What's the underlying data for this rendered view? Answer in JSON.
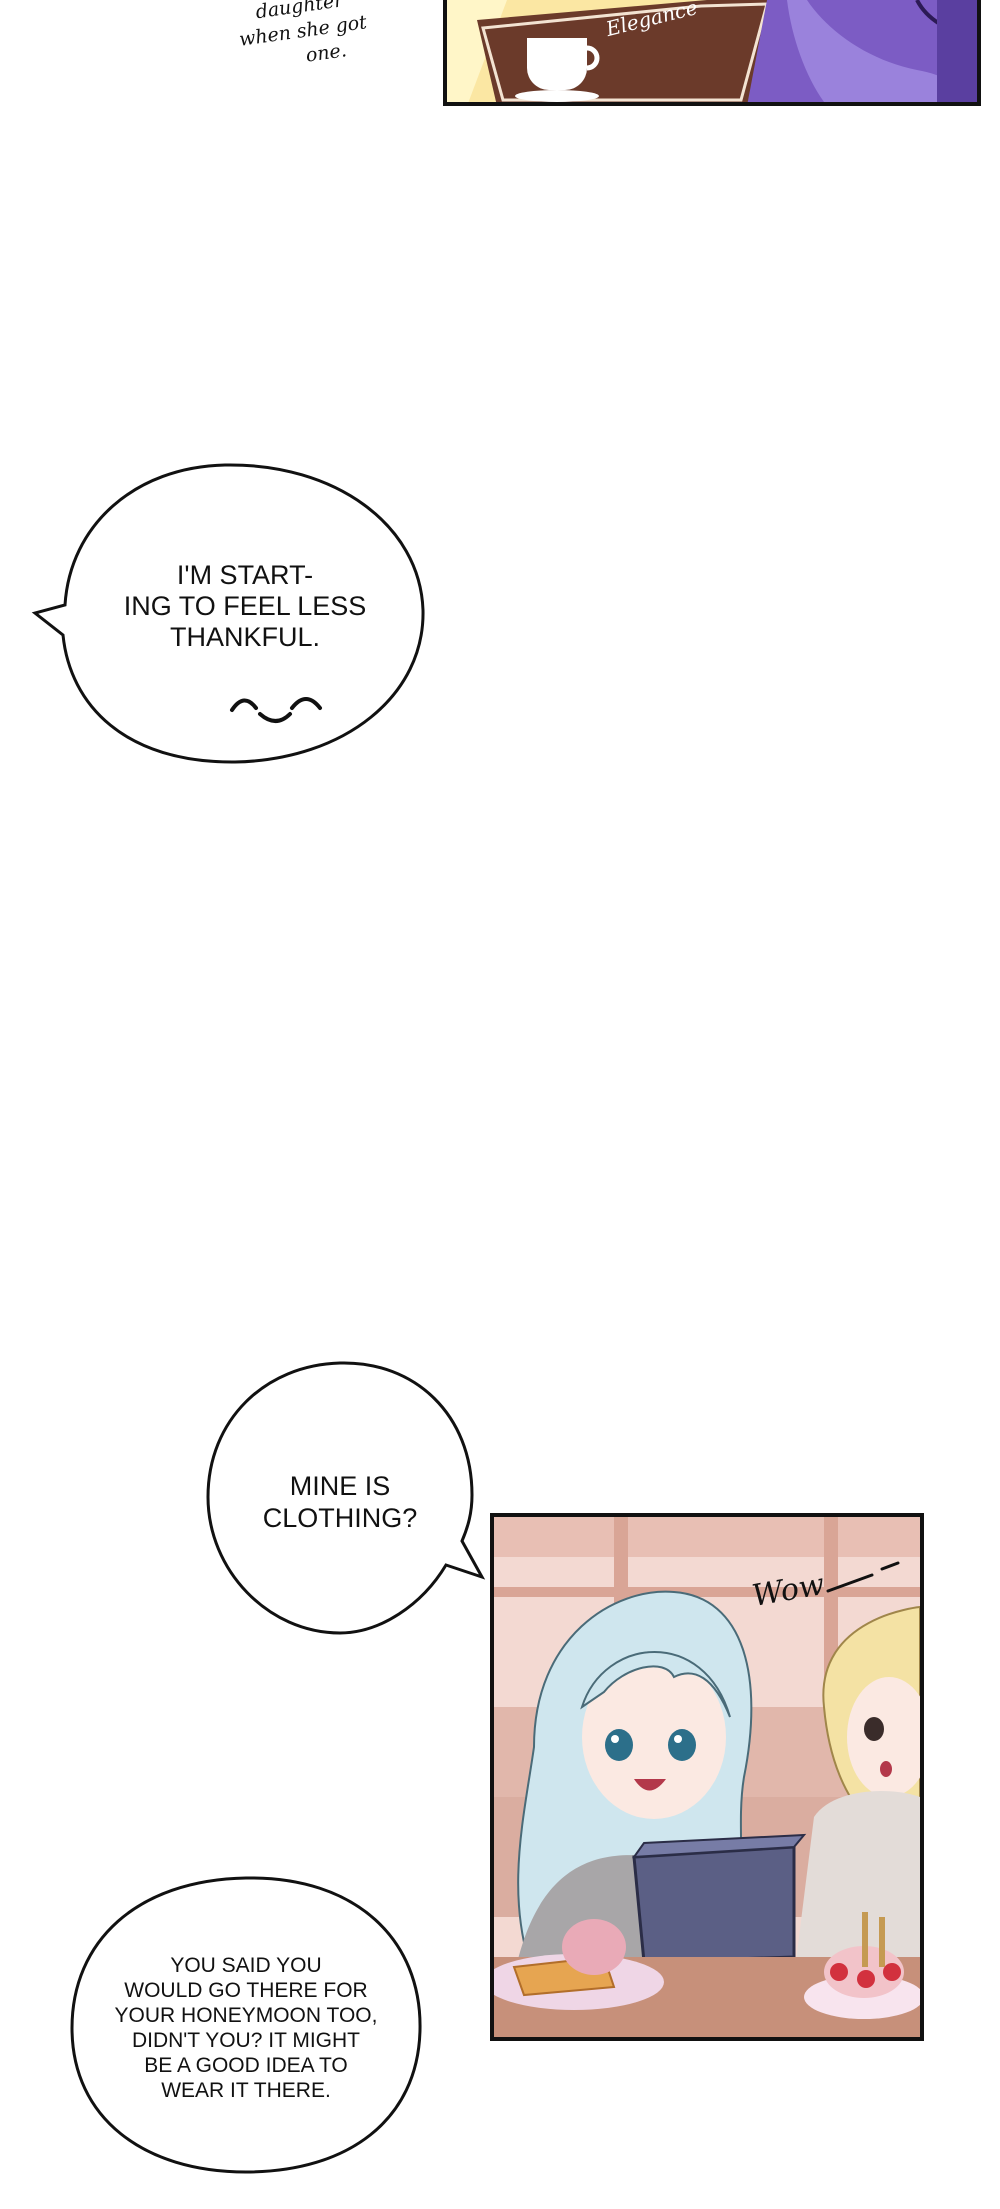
{
  "top_caption": [
    "daughter",
    "when she got",
    "one."
  ],
  "top_panel": {
    "sign_text": "Elegance"
  },
  "bubble_1": {
    "lines": [
      "I'M START-",
      "ING TO FEEL LESS",
      "THANKFUL."
    ],
    "face": "^_^"
  },
  "bubble_2": {
    "lines": [
      "MINE IS",
      "CLOTHING?"
    ]
  },
  "panel_cafe": {
    "sfx": "Wow"
  },
  "bubble_3": {
    "lines": [
      "YOU SAID YOU",
      "WOULD GO THERE FOR",
      "YOUR HONEYMOON TOO,",
      "DIDN'T YOU? IT MIGHT",
      "BE A GOOD IDEA TO",
      "WEAR IT THERE."
    ]
  },
  "colors": {
    "ink": "#111111",
    "top_panel_bg": "#7c5cc4",
    "sign_brown": "#6b3a2a",
    "cafe_bg": "#f3d9d2",
    "hair_blue": "#cfe6ee",
    "hair_blond": "#f4e2a4"
  }
}
